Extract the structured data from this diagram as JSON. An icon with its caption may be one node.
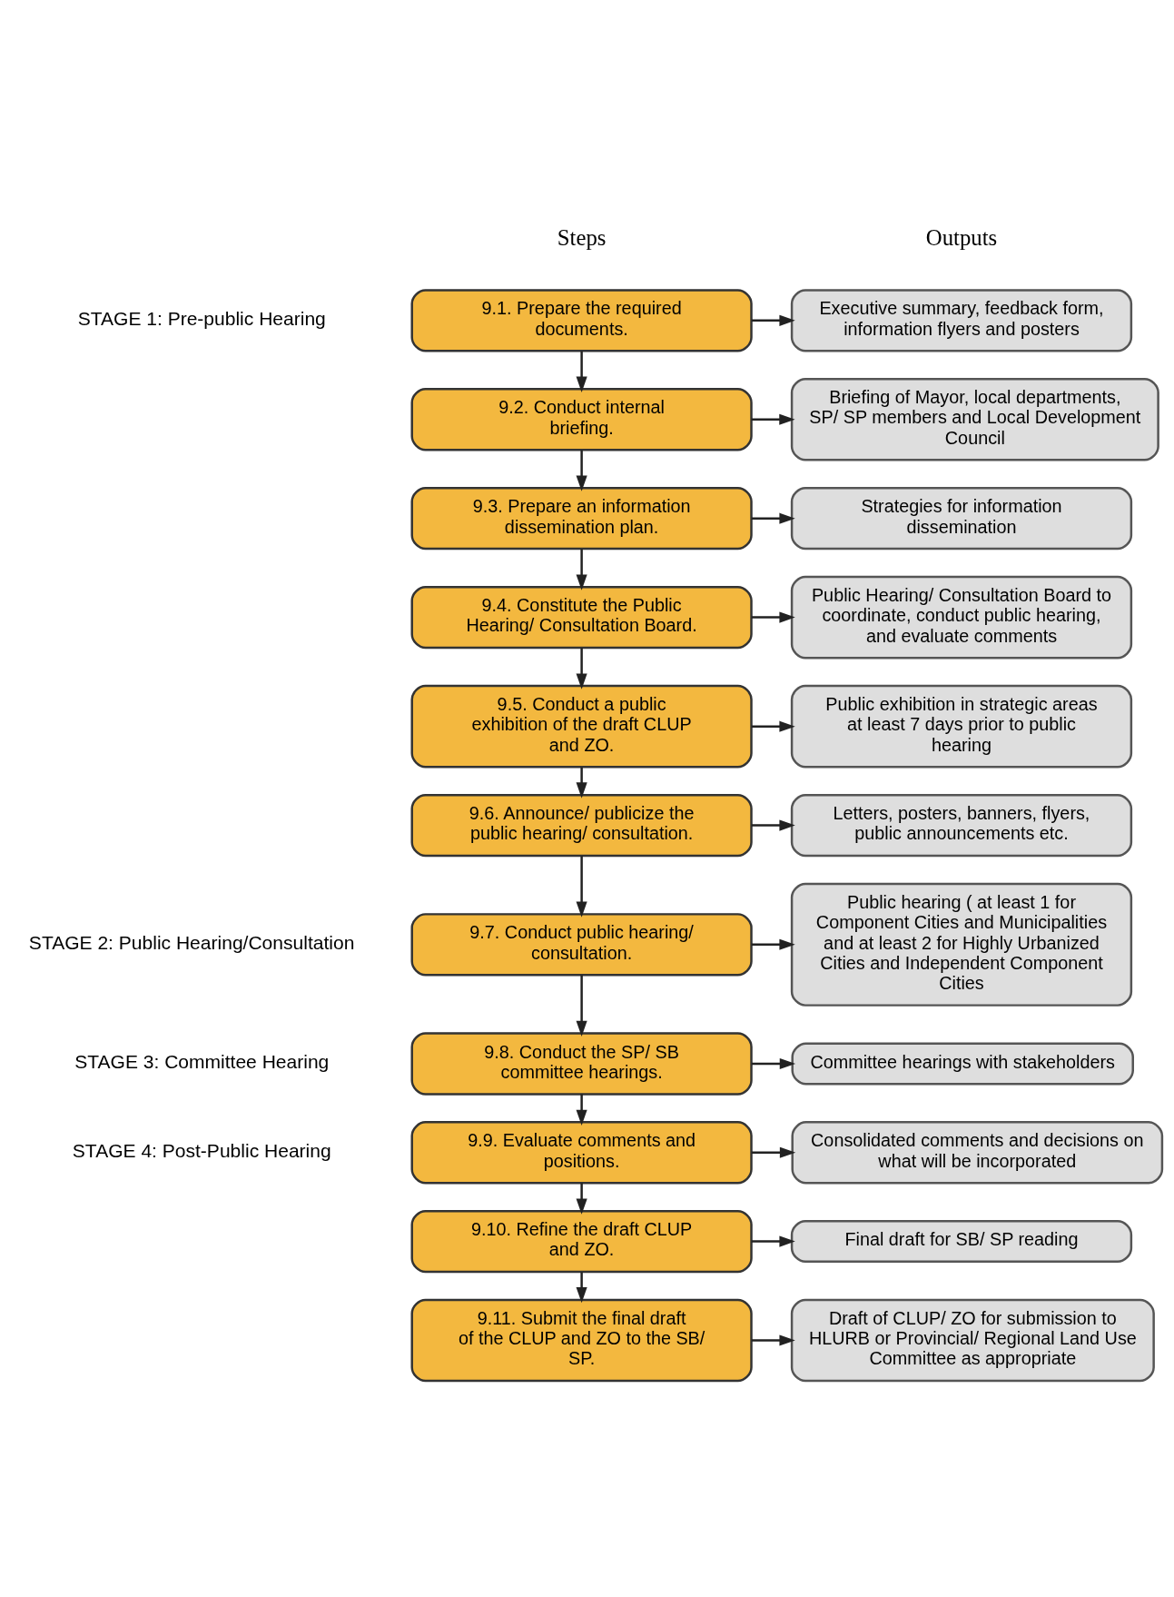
{
  "diagram": {
    "nodes": [
      {
        "text": [
          "9.1. Prepare the required documents."
        ]
      },
      {
        "text": [
          "Executive summary, feedback form, information flyers and posters"
        ]
      },
      {
        "text": [
          "9.2. Conduct internal briefing."
        ]
      },
      {
        "text": [
          "Briefing of Mayor, local departments, SP/ SP members and Local Development Council"
        ]
      },
      {
        "text": [
          "9.3. Prepare an information dissemination plan."
        ]
      },
      {
        "text": [
          "Strategies for information dissemination"
        ]
      },
      {
        "text": [
          "9.4. Constitute the Public Hearing/ Consultation Board."
        ]
      },
      {
        "text": [
          "Public Hearing/ Consultation Board to coordinate, conduct public hearing, and evaluate comments"
        ]
      },
      {
        "text": [
          "9.5. Conduct a public exhibition of the draft CLUP and ZO."
        ]
      },
      {
        "text": [
          "Public exhibition in strategic areas at least 7 days prior to public hearing"
        ]
      },
      {
        "text": [
          "9.6. Announce/ publicize the public hearing/ consultation."
        ]
      },
      {
        "text": [
          "Letters, posters, banners, flyers, public announcements etc."
        ]
      },
      {
        "text": [
          "9.7. Conduct public hearing/ consultation."
        ]
      },
      {
        "text": [
          "Public hearing ( at least 1 for Component Cities and Municipalities and at least 2 for Highly Urbanized Cities and Independent Component Cities"
        ]
      },
      {
        "text": [
          "9.8. Conduct the SP/ SB committee hearings."
        ]
      },
      {
        "text": [
          "Committee hearings with stakeholders"
        ]
      },
      {
        "text": [
          "9.9. Evaluate comments and positions."
        ]
      },
      {
        "text": [
          "Consolidated comments and decisions on what will be incorporated"
        ]
      },
      {
        "text": [
          "9.10. Refine the draft CLUP and ZO."
        ]
      },
      {
        "text": [
          "Final draft for SB/ SP reading"
        ]
      },
      {
        "text": [
          "9.11. Submit the final draft of the CLUP and ZO to the SB/ SP."
        ]
      },
      {
        "text": [
          "Draft of CLUP/ ZO for submission to HLURB or Provincial/ Regional Land Use Committee as appropriate"
        ]
      }
    ],
    "edges": [
      {
        "from": 0,
        "to": 1,
        "arrow": "to"
      },
      {
        "from": 0,
        "to": 2,
        "arrow": "to"
      },
      {
        "from": 2,
        "to": 3,
        "arrow": "to"
      },
      {
        "from": 2,
        "to": 4,
        "arrow": "to"
      },
      {
        "from": 4,
        "to": 5,
        "arrow": "to"
      },
      {
        "from": 4,
        "to": 6,
        "arrow": "to"
      },
      {
        "from": 6,
        "to": 7,
        "arrow": "to"
      },
      {
        "from": 6,
        "to": 8,
        "arrow": "to"
      },
      {
        "from": 8,
        "to": 9,
        "arrow": "to"
      },
      {
        "from": 8,
        "to": 10,
        "arrow": "to"
      },
      {
        "from": 10,
        "to": 11,
        "arrow": "to"
      },
      {
        "from": 10,
        "to": 12,
        "arrow": "to"
      },
      {
        "from": 12,
        "to": 13,
        "arrow": "to"
      },
      {
        "from": 12,
        "to": 14,
        "arrow": "to"
      },
      {
        "from": 14,
        "to": 15,
        "arrow": "to"
      },
      {
        "from": 14,
        "to": 16,
        "arrow": "to"
      },
      {
        "from": 16,
        "to": 17,
        "arrow": "to"
      },
      {
        "from": 16,
        "to": 18,
        "arrow": "to"
      },
      {
        "from": 18,
        "to": 19,
        "arrow": "to"
      },
      {
        "from": 18,
        "to": 20,
        "arrow": "to"
      },
      {
        "from": 20,
        "to": 21,
        "arrow": "to"
      }
    ],
    "labels": [
      "Steps",
      "Outputs",
      "STAGE 1: Pre-public Hearing",
      "STAGE 2: Public Hearing/Consultation",
      "STAGE 3: Committee Hearing",
      "STAGE 4: Post-Public Hearing"
    ]
  }
}
